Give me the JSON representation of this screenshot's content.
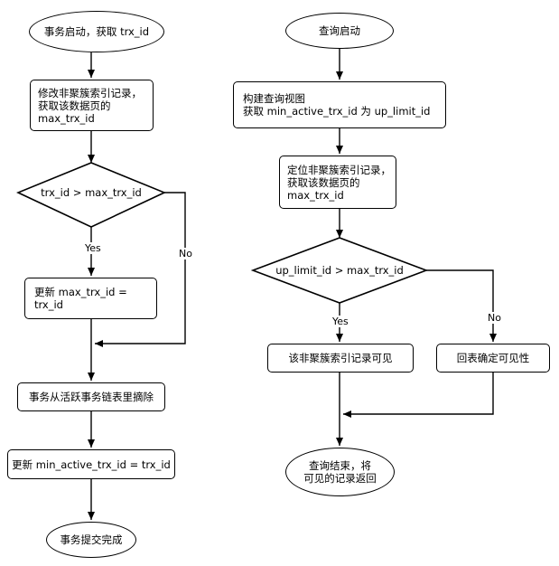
{
  "left_flow": {
    "start": "事务启动，获取 trx_id",
    "modify": "修改非聚簇索引记录，\n获取该数据页的\nmax_trx_id",
    "decision": "trx_id > max_trx_id",
    "yes_label": "Yes",
    "no_label": "No",
    "update_max": "更新 max_trx_id = trx_id",
    "remove": "事务从活跃事务链表里摘除",
    "update_min": "更新 min_active_trx_id = trx_id",
    "end": "事务提交完成"
  },
  "right_flow": {
    "start": "查询启动",
    "build_view": "构建查询视图\n获取 min_active_trx_id 为 up_limit_id",
    "locate": "定位非聚簇索引记录，\n获取该数据页的\nmax_trx_id",
    "decision": "up_limit_id > max_trx_id",
    "yes_label": "Yes",
    "no_label": "No",
    "visible": "该非聚簇索引记录可见",
    "back_to_table": "回表确定可见性",
    "end": "查询结束，将\n可见的记录返回"
  }
}
